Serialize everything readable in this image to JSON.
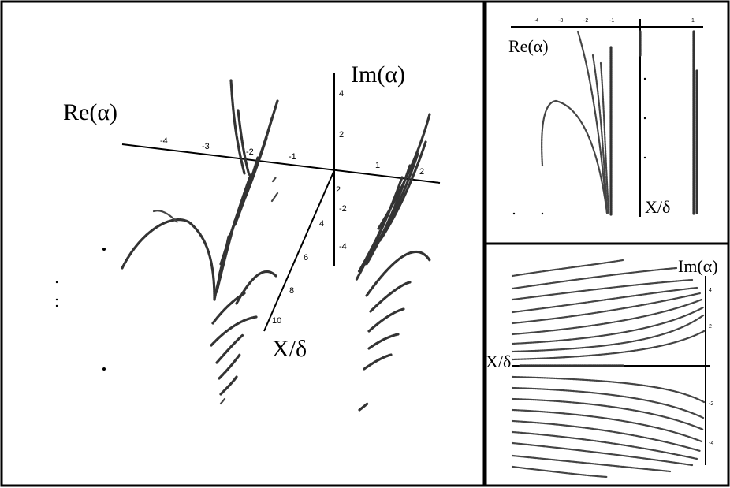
{
  "main_panel": {
    "re_label": "Re(α)",
    "im_label": "Im(α)",
    "x_label": "X/δ",
    "re_ticks": [
      "-4",
      "-3",
      "-2",
      "-1",
      "1",
      "2"
    ],
    "im_ticks": [
      "4",
      "2",
      "-2",
      "-4"
    ],
    "x_ticks": [
      "2",
      "4",
      "6",
      "8",
      "10"
    ]
  },
  "top_right_panel": {
    "re_label": "Re(α)",
    "x_label": "X/δ",
    "re_ticks": [
      "-4",
      "-3",
      "-2",
      "-1",
      "1"
    ]
  },
  "bottom_right_panel": {
    "im_label": "Im(α)",
    "x_label": "X/δ",
    "im_ticks": [
      "4",
      "2",
      "-2",
      "-4"
    ]
  }
}
